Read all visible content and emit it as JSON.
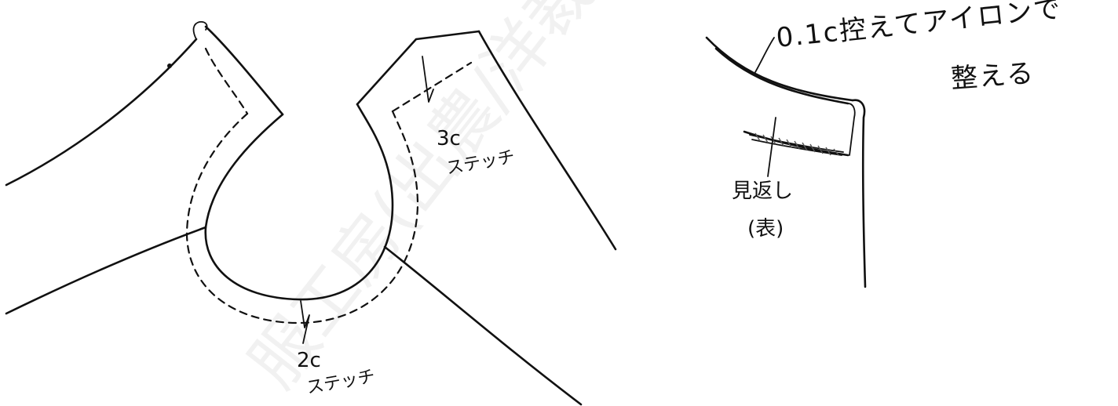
{
  "annotations": {
    "stitch_2cm_line1": "2c",
    "stitch_2cm_line2": "ステッチ",
    "stitch_3cm_line1": "3c",
    "stitch_3cm_line2": "ステッチ",
    "press_note_line1": "0.1c控えてアイロンで",
    "press_note_line2": "整える",
    "facing_label_line1": "見返し",
    "facing_label_line2": "(表)"
  },
  "watermark": "服工房(出農/洋裁",
  "colors": {
    "ink": "#111111",
    "paper": "#ffffff",
    "hatch": "#555555"
  }
}
